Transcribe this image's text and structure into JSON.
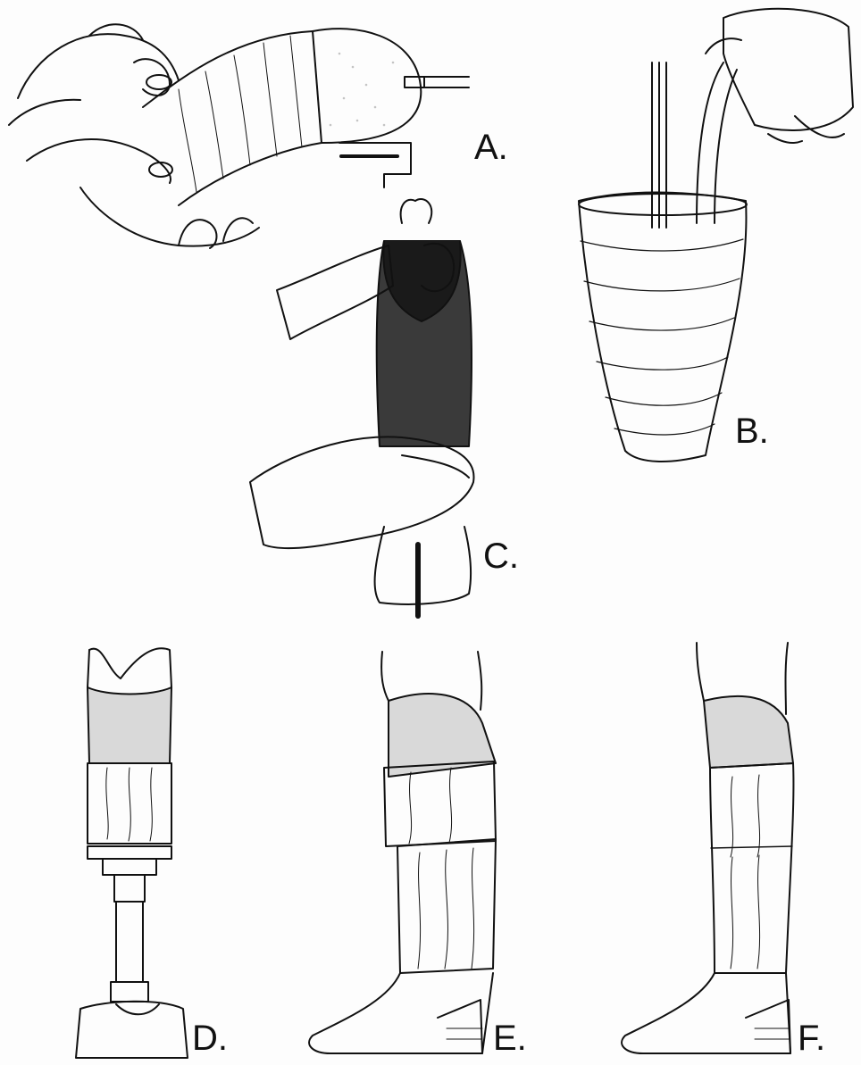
{
  "figure": {
    "panels": [
      {
        "id": "A",
        "label": "A."
      },
      {
        "id": "B",
        "label": "B."
      },
      {
        "id": "C",
        "label": "C."
      },
      {
        "id": "D",
        "label": "D."
      },
      {
        "id": "E",
        "label": "E."
      },
      {
        "id": "F",
        "label": "F."
      }
    ]
  },
  "colors": {
    "ink": "#111111",
    "stipple": "#8c8c8c",
    "socket_fill": "#d9d9d9",
    "background": "#fdfdfd"
  }
}
